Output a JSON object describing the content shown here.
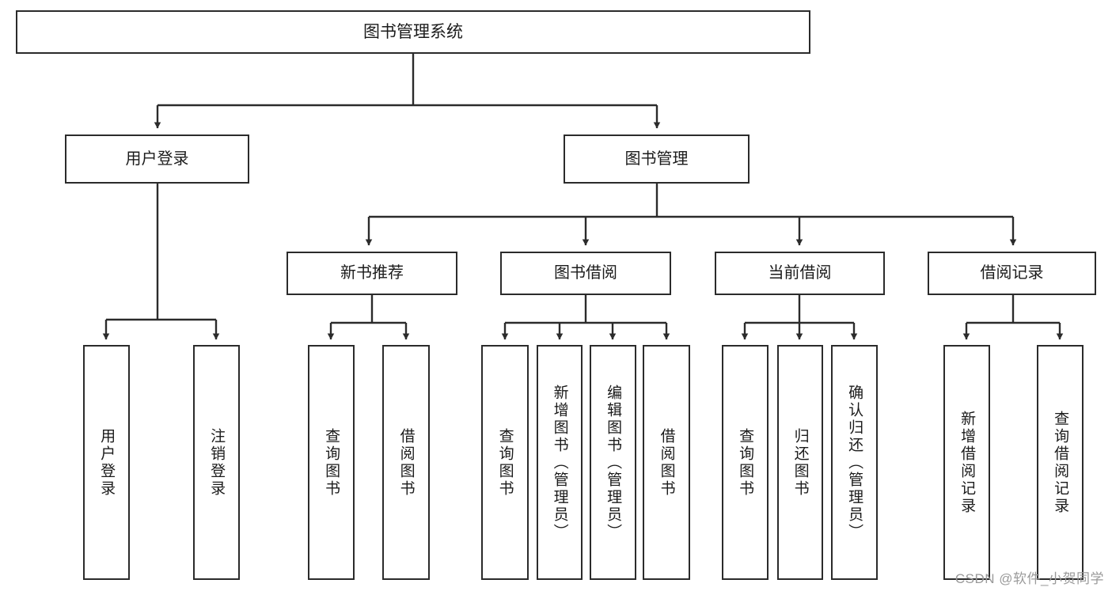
{
  "diagram": {
    "type": "tree-hierarchy",
    "root": {
      "label": "图书管理系统"
    },
    "level1": [
      {
        "label": "用户登录"
      },
      {
        "label": "图书管理"
      }
    ],
    "level2": [
      {
        "label": "新书推荐"
      },
      {
        "label": "图书借阅"
      },
      {
        "label": "当前借阅"
      },
      {
        "label": "借阅记录"
      }
    ],
    "leaves": {
      "user_login": [
        {
          "label": "用户登录"
        },
        {
          "label": "注销登录"
        }
      ],
      "new_book_rec": [
        {
          "label": "查询图书"
        },
        {
          "label": "借阅图书"
        }
      ],
      "book_borrow": [
        {
          "label": "查询图书"
        },
        {
          "label": "新增图书（管理员）"
        },
        {
          "label": "编辑图书（管理员）"
        },
        {
          "label": "借阅图书"
        }
      ],
      "current_borrow": [
        {
          "label": "查询图书"
        },
        {
          "label": "归还图书"
        },
        {
          "label": "确认归还（管理员）"
        }
      ],
      "borrow_record": [
        {
          "label": "新增借阅记录"
        },
        {
          "label": "查询借阅记录"
        }
      ]
    }
  },
  "colors": {
    "background": "#ffffff",
    "box_border": "#2b2b2b",
    "box_fill": "#ffffff",
    "connector": "#2b2b2b",
    "text": "#1b1b1b",
    "watermark": "#9a9a9a"
  },
  "watermark": {
    "text": "CSDN @软件_小贺同学"
  }
}
